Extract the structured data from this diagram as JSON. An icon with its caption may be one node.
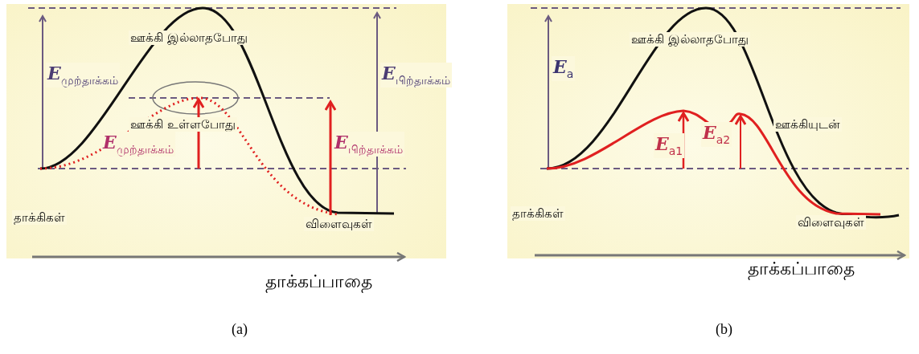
{
  "diagram": {
    "nodes": [
      {
        "text": [
          "ஊக்கி இல்லாதபோது",
          "*E*$_{முற்தாக்கம்}$",
          "*E*$_{பிற்தாக்கம்}$",
          "ஊக்கி உள்ளபோது",
          "*E*$_{முற்தாக்கம்}$",
          "*E*$_{பிற்தாக்கம்}$",
          "தாக்கிகள்",
          "விளைவுகள்"
        ],
        "beside": [
          "தாக்கப்பாதை",
          "(a)"
        ]
      },
      {
        "text": [
          "ஊக்கி இல்லாதபோது",
          "*E*$_{a}$",
          "ஊக்கியுடன்",
          "*E*$_{a1}$",
          "*E*$_{a2}$",
          "தாக்கிகள்",
          "விளைவுகள்"
        ],
        "beside": [
          "தாக்கப்பாதை",
          "(b)"
        ]
      }
    ]
  }
}
